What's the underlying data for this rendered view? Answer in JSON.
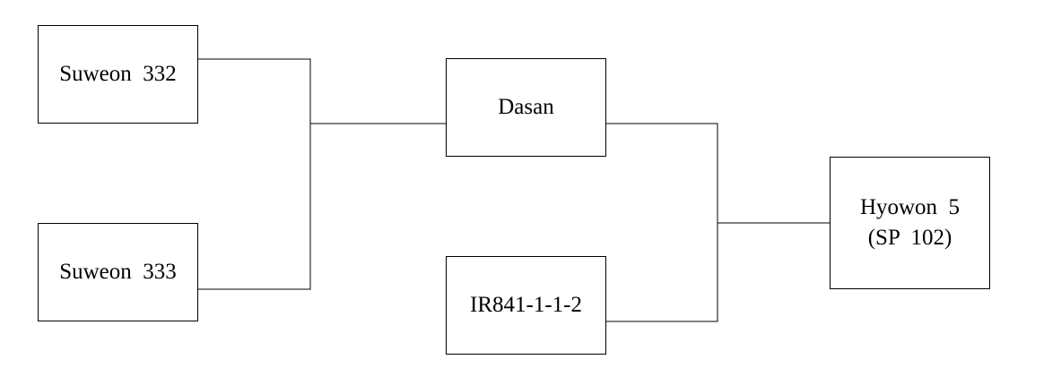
{
  "nodes": {
    "suweon_332": "Suweon  332",
    "suweon_333": "Suweon  333",
    "dasan": "Dasan",
    "ir841": "IR841-1-1-2",
    "hyowon_line1": "Hyowon  5",
    "hyowon_line2": "(SP  102)"
  },
  "edges": [
    {
      "from": "suweon_332",
      "to": "dasan"
    },
    {
      "from": "suweon_333",
      "to": "dasan"
    },
    {
      "from": "dasan",
      "to": "hyowon"
    },
    {
      "from": "ir841",
      "to": "hyowon"
    }
  ],
  "colors": {
    "line": "#000000",
    "box_border": "#000000",
    "background": "#ffffff"
  }
}
